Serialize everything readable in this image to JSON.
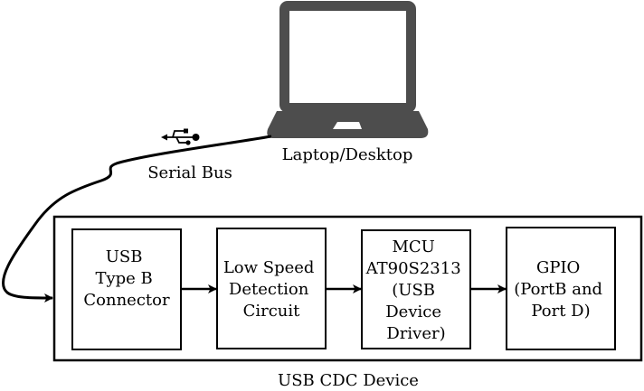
{
  "labels": {
    "computer": "Laptop/Desktop",
    "bus": "Serial Bus",
    "device": "USB CDC Device"
  },
  "blocks": [
    {
      "id": "usb-connector",
      "lines": [
        "USB",
        "Type B",
        "Connector"
      ]
    },
    {
      "id": "low-speed-detection",
      "lines": [
        "Low Speed",
        "Detection",
        "Circuit"
      ]
    },
    {
      "id": "mcu",
      "lines": [
        "MCU",
        "AT90S2313",
        "(USB",
        "Device",
        "Driver)"
      ]
    },
    {
      "id": "gpio",
      "lines": [
        "GPIO",
        "(PortB and",
        "Port D)"
      ]
    }
  ],
  "icons": {
    "computer": "laptop-icon",
    "bus": "usb-symbol-icon"
  },
  "colors": {
    "line": "#000000",
    "laptop": "#4d4d4d",
    "screen": "#ffffff"
  }
}
